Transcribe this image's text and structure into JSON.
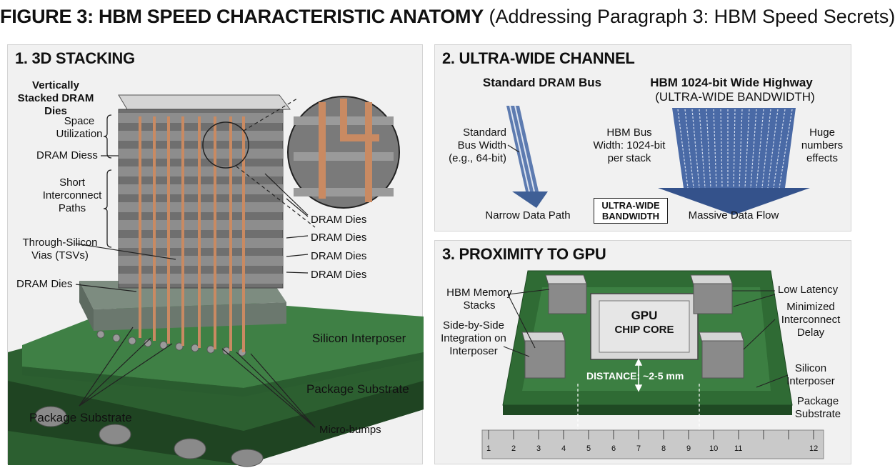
{
  "figure": {
    "title": "FIGURE 3: HBM SPEED CHARACTERISTIC ANATOMY",
    "subtitle": "(Addressing Paragraph 3: HBM Speed Secrets)"
  },
  "panel1": {
    "title": "1. 3D STACKING",
    "heading": "Vertically Stacked DRAM Dies",
    "space_utilization": "Space Utilization",
    "dram_diess": "DRAM Diess",
    "short_interconnect": "Short Interconnect Paths",
    "tsv": "Through-Silicon Vias (TSVs)",
    "dram_dies_left": "DRAM Dies",
    "dram_dies_right": [
      "DRAM Dies",
      "DRAM Dies",
      "DRAM Dies",
      "DRAM Dies"
    ],
    "silicon_interposer": "Silicon Interposer",
    "package_substrate_right": "Package Substrate",
    "package_substrate_bottom": "Package Substrate",
    "micro_bumps": "Micro-bumps"
  },
  "panel2": {
    "title": "2. ULTRA-WIDE CHANNEL",
    "std_bus_title": "Standard DRAM Bus",
    "hbm_title": "HBM 1024-bit Wide Highway",
    "hbm_subtitle": "(ULTRA-WIDE BANDWIDTH)",
    "std_bus_width": "Standard Bus Width (e.g., 64-bit)",
    "narrow_path": "Narrow Data Path",
    "hbm_bus_width": "HBM Bus Width: 1024-bit per stack",
    "huge_numbers": "Huge numbers effects",
    "ultra_wide_box": "ULTRA-WIDE BANDWIDTH",
    "massive_flow": "Massive Data Flow"
  },
  "panel3": {
    "title": "3. PROXIMITY TO GPU",
    "hbm_stacks": "HBM Memory Stacks",
    "side_by_side": "Side-by-Side Integration on Interposer",
    "gpu_line1": "GPU",
    "gpu_line2": "CHIP CORE",
    "low_latency": "Low Latency",
    "min_delay": "Minimized Interconnect Delay",
    "silicon_interposer": "Silicon Interposer",
    "package_substrate": "Package Substrate",
    "distance": "DISTANCE: ~2-5 mm",
    "ruler_ticks": [
      "1",
      "2",
      "3",
      "4",
      "5",
      "6",
      "7",
      "8",
      "9",
      "10",
      "11",
      "12"
    ]
  },
  "colors": {
    "panel_bg": "#f1f1f1",
    "interposer_green": "#2f6b34",
    "tsv_copper": "#c98a62",
    "bus_blue": "#5d7bb0",
    "die_gray": "#8d8d8d"
  }
}
